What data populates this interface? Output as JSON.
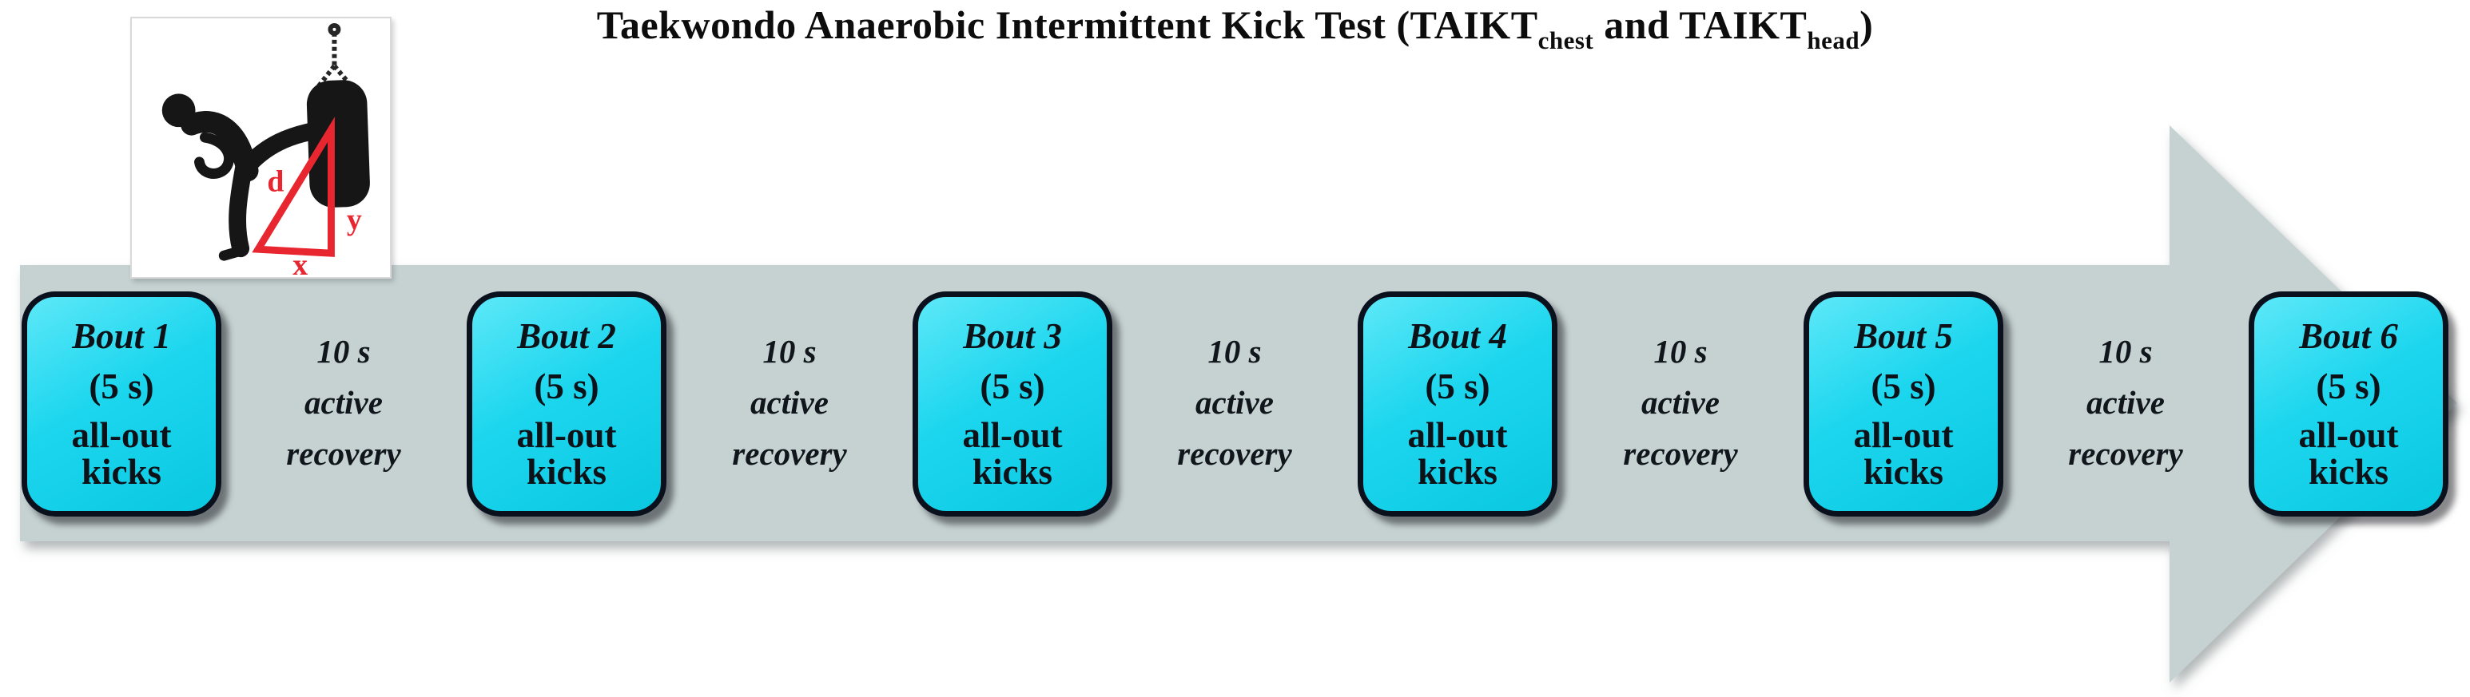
{
  "title": {
    "prefix": "Taekwondo Anaerobic Intermittent Kick Test (TAIKT",
    "sub_chest": "chest",
    "middle": " and TAIKT",
    "sub_head": "head",
    "suffix": ")"
  },
  "icon": {
    "label_d": "d",
    "label_y": "y",
    "label_x": "x"
  },
  "bouts": [
    {
      "name": "Bout 1",
      "duration": "(5 s)",
      "line1": "all-out",
      "line2": "kicks"
    },
    {
      "name": "Bout 2",
      "duration": "(5 s)",
      "line1": "all-out",
      "line2": "kicks"
    },
    {
      "name": "Bout 3",
      "duration": "(5 s)",
      "line1": "all-out",
      "line2": "kicks"
    },
    {
      "name": "Bout 4",
      "duration": "(5 s)",
      "line1": "all-out",
      "line2": "kicks"
    },
    {
      "name": "Bout 5",
      "duration": "(5 s)",
      "line1": "all-out",
      "line2": "kicks"
    },
    {
      "name": "Bout 6",
      "duration": "(5 s)",
      "line1": "all-out",
      "line2": "kicks"
    }
  ],
  "recoveries": [
    {
      "line1": "10 s",
      "line2": "active",
      "line3": "recovery"
    },
    {
      "line1": "10 s",
      "line2": "active",
      "line3": "recovery"
    },
    {
      "line1": "10 s",
      "line2": "active",
      "line3": "recovery"
    },
    {
      "line1": "10 s",
      "line2": "active",
      "line3": "recovery"
    },
    {
      "line1": "10 s",
      "line2": "active",
      "line3": "recovery"
    }
  ],
  "colors": {
    "arrow_fill": "#c6d2d2",
    "box_fill": "#1cd6ee",
    "box_border": "#0b111c",
    "triangle_red": "#e82630",
    "text": "#111111"
  }
}
